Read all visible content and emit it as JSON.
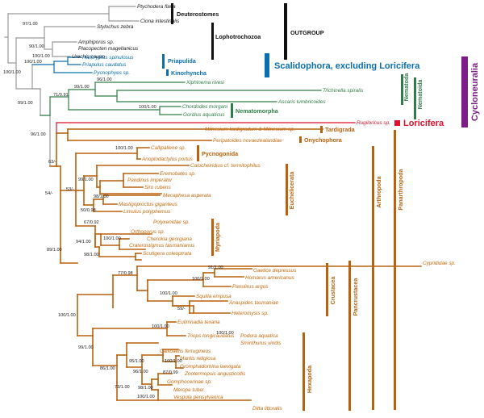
{
  "colors": {
    "outgroup": "#222222",
    "outgroup_branch": "#9a9a9a",
    "scalidophora": "#0b6fad",
    "nematoida": "#2f7d46",
    "loricifera": "#e0102a",
    "panarthropoda": "#b8620c",
    "cycloneuralia": "#7b1c88"
  },
  "taxa": {
    "ptychodera": "Ptychodera flava",
    "ciona": "Ciona intestinalis",
    "stylochus": "Stylochus zebra",
    "amphiporus": "Amphiporus sp.",
    "placopecten": "Placopecten magellanicus",
    "urechis": "Urechis caupo",
    "halicryptus": "Halicryptus spinulosus",
    "priapulus": "Priapulus caudatus",
    "pycnophyes": "Pycnophyes sp.",
    "xiphinema": "Xiphinema rivesi",
    "trichinella": "Trichinella spiralis",
    "ascaris": "Ascaris lumbricoides",
    "chordodes": "Chordodes morgani",
    "gordius": "Gordius aquaticus",
    "rugiloricus": "Rugiloricus sp.",
    "milnesium": "Milnesium tardigradum & Milnesium sp.",
    "peripatoides": "Peripatoides novaezealandiae",
    "callipallene": "Callipallene sp.",
    "anoplodactylus": "Anoplodactylus portus",
    "calocheiridius": "Calocheiridius cf. termitophilus",
    "eremobates": "Eremobates sp.",
    "pandinus": "Pandinus imperator",
    "siro": "Siro rubens",
    "mecaphesa": "Mecaphesa asperata",
    "mastigoproctus": "Mastigoproctus giganteus",
    "limulus": "Limulus polyphemus",
    "polyxenidae": "Polyxenidae sp.",
    "orthoporus": "Orthoporus sp.",
    "cherokia": "Cherokia georgiana",
    "craterostigmus": "Craterostigmus tasmanianus",
    "scutigera": "Scutigera coleoptrata",
    "cyprididae": "Cyprididae sp.",
    "gaetice": "Gaetice depressus",
    "homarus": "Homarus americanus",
    "panulirus": "Panulirus argus",
    "squilla": "Squilla empusa",
    "anaspides": "Anaspides tasmaniae",
    "heteromysis": "Heteromysis sp.",
    "eulimnadia": "Eulimnadia texana",
    "triops": "Triops longicaudatus",
    "podura": "Podura aquatica",
    "sminthurus": "Sminthurus viridis",
    "callibaetis": "Callibaetis ferrugineus",
    "mantis": "Mantis religiosa",
    "gromphadorhina": "Gromphadorhina laevigata",
    "zootermopsis": "Zootermopsis angusticollis",
    "gomphocerinae": "Gomphocerinae sp.",
    "merope": "Merope tuber",
    "vespula": "Vespula pensylvanica",
    "ditta": "Ditta littoralis"
  },
  "support": {
    "s_urechis": "90/1.00",
    "s_lophotro": "97/1.00",
    "s_outgroup": "100/1.00",
    "s_priapulida": "100/1.00",
    "s_scalid": "100/1.00",
    "s_nema_inner": "96/1.00",
    "s_nematoda": "99/1.00",
    "s_nematomorpha": "100/1.00",
    "s_nematoida": "71/0.91",
    "s_cyclo": "99/1.00",
    "s_lorpan": "96/1.00",
    "s_pan": "63/-",
    "s_pycno": "100/1.00",
    "s_euch": "99/1.00",
    "s_arach": "53/-",
    "s_merostome": "98/1.00",
    "s_limulus": "50/0.98",
    "s_chel": "54/-",
    "s_diplo": "67/0.92",
    "s_orth": "100/1.00",
    "s_myria": "94/1.00",
    "s_chilo": "98/1.00",
    "s_mand": "89/1.00",
    "s_crust1": "77/0.98",
    "s_decapod": "91/1.00",
    "s_malac": "100/1.00",
    "s_anasp": "100/1.00",
    "s_hetero": "59/-",
    "s_panc": "100/1.00",
    "s_branch": "100/1.00",
    "s_collembola": "100/1.00",
    "s_hexapoda": "99/1.00",
    "s_pterygota": "95/1.00",
    "s_dictyo": "100/1.00",
    "s_zoot": "87/0.99",
    "s_poly": "96/1.00",
    "s_insecta": "86/1.00",
    "s_merope": "98/1.00",
    "s_holo": "73/1.00",
    "s_vespula": "100/1.00"
  },
  "groups": {
    "deuterostomes": "Deuterostomes",
    "lophotrochozoa": "Lophotrochozoa",
    "outgroup": "OUTGROUP",
    "priapulida": "Priapulida",
    "kinorhyncha": "Kinorhyncha",
    "scalidophora": "Scalidophora, excluding Loricifera",
    "nematoda": "Nematoda",
    "nematoida": "Nematoida",
    "nematomorpha": "Nematomorpha",
    "cycloneuralia": "Cycloneuralia",
    "loricifera": "Loricifera",
    "tardigrada": "Tardigrada",
    "onychophora": "Onychophora",
    "pycnogonida": "Pycnogonida",
    "euchelicerata": "Euchelicerata",
    "myriapoda": "Myriapoda",
    "crustacea": "Crustacea",
    "hexapoda": "Hexapoda",
    "pancrustacea": "Pancrustacea",
    "arthropoda": "Arthropoda",
    "panarthropoda": "Panarthropoda"
  }
}
